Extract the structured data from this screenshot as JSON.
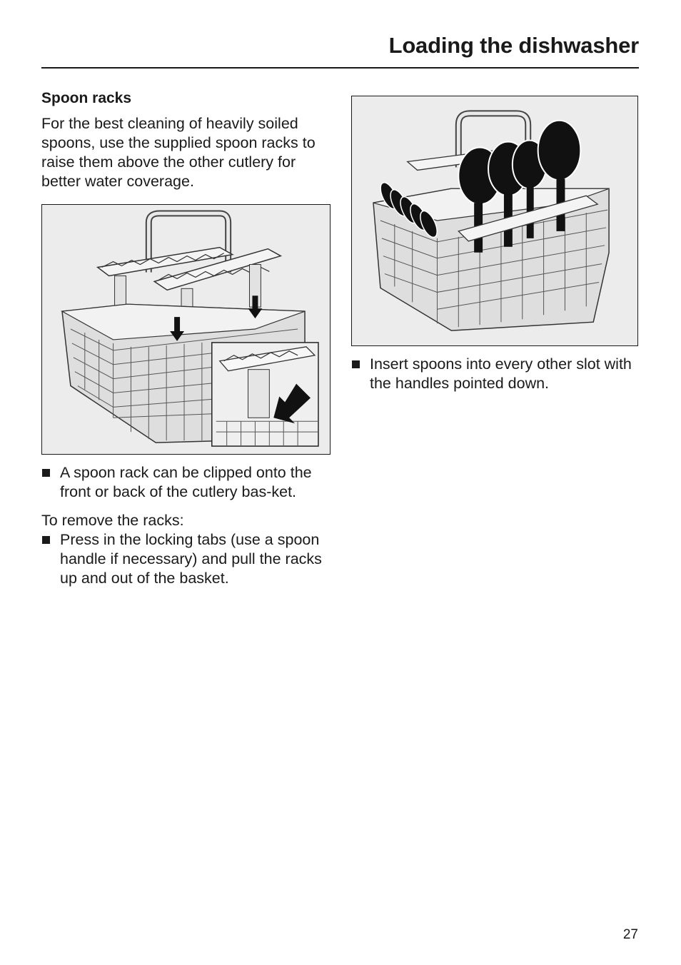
{
  "header": {
    "title": "Loading the dishwasher"
  },
  "section": {
    "heading": "Spoon racks",
    "intro": "For the best cleaning of heavily soiled spoons, use the supplied spoon racks to raise them above the other cutlery for better water coverage."
  },
  "left_bullets": [
    {
      "text": "A spoon rack can be clipped onto the front or back of the cutlery bas-ket."
    }
  ],
  "remove": {
    "intro": "To remove the racks:",
    "bullets": [
      {
        "text": "Press in the locking tabs (use a spoon handle if necessary) and pull the racks up and out of the basket."
      }
    ]
  },
  "right_bullets": [
    {
      "text": "Insert spoons into every other slot with the handles pointed down."
    }
  ],
  "footer": {
    "page_number": "27"
  }
}
